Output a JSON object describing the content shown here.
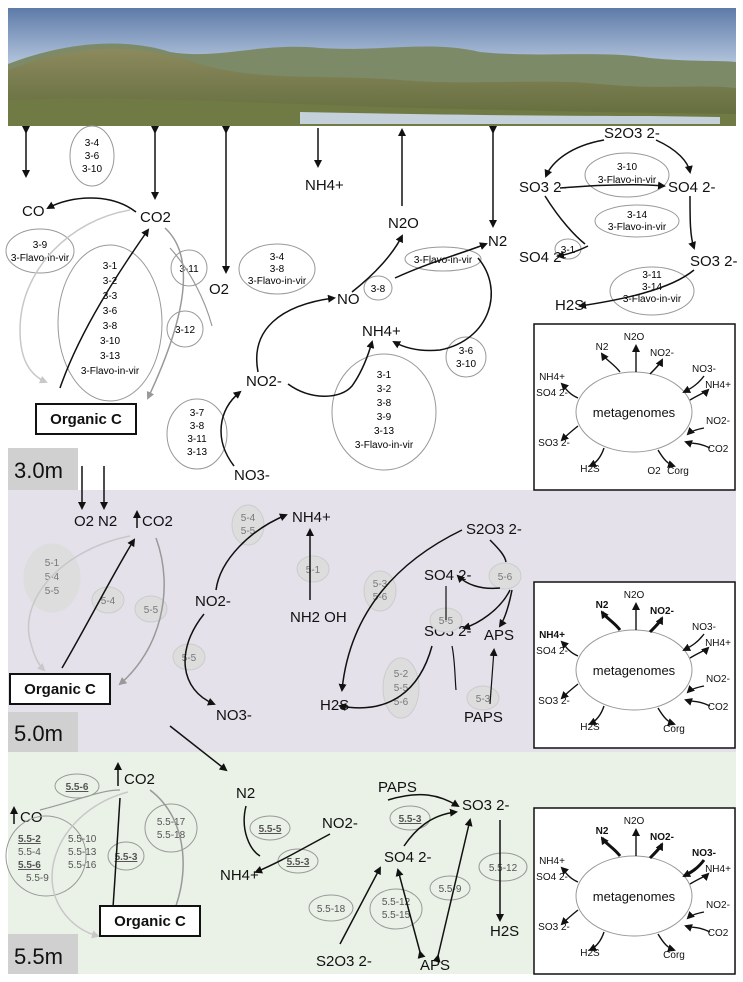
{
  "depth_labels": {
    "d1": "3.0m",
    "d2": "5.0m",
    "d3": "5.5m"
  },
  "organic_c": "Organic C",
  "metagenome_center": "metagenomes",
  "layer1": {
    "CO": "CO",
    "CO2": "CO2",
    "O2": "O2",
    "NH4_top": "NH4+",
    "N2O": "N2O",
    "N2": "N2",
    "NO": "NO",
    "NH4": "NH4+",
    "NO2": "NO2-",
    "NO3": "NO3-",
    "S2O3": "S2O3 2-",
    "SO3a": "SO3 2-",
    "SO4a": "SO4 2-",
    "SO4b": "SO4 2-",
    "SO3b": "SO3 2-",
    "H2S": "H2S",
    "g_co": [
      "3-4",
      "3-6",
      "3-10"
    ],
    "g_flavo_left": [
      "3-9",
      "3-Flavo-in-vir"
    ],
    "g_big": [
      "3-1",
      "3-2",
      "3-3",
      "3-6",
      "3-8",
      "3-10",
      "3-13",
      "3-Flavo-in-vir"
    ],
    "g_311": [
      "3-11"
    ],
    "g_312": [
      "3-12"
    ],
    "g_no_a": [
      "3-4",
      "3-8",
      "3-Flavo-in-vir"
    ],
    "g_38": [
      "3-8"
    ],
    "g_flavo_n2": [
      "3-Flavo-in-vir"
    ],
    "g_nh4_big": [
      "3-1",
      "3-2",
      "3-8",
      "3-9",
      "3-13",
      "3-Flavo-in-vir"
    ],
    "g_no3": [
      "3-7",
      "3-8",
      "3-11",
      "3-13"
    ],
    "g_36": [
      "3-6",
      "3-10"
    ],
    "g_s1": [
      "3-10",
      "3-Flavo-in-vir"
    ],
    "g_s2": [
      "3-14",
      "3-Flavo-in-vir"
    ],
    "g_s3": [
      "3-1"
    ],
    "g_s4": [
      "3-11",
      "3-14",
      "3-Flavo-in-vir"
    ]
  },
  "layer2": {
    "O2": "O2",
    "N2": "N2",
    "CO2": "CO2",
    "NH4": "NH4+",
    "NO2": "NO2-",
    "NH2OH": "NH2 OH",
    "NO3": "NO3-",
    "S2O3": "S2O3 2-",
    "SO4": "SO4 2-",
    "SO3": "SO3 2-",
    "APS": "APS",
    "PAPS": "PAPS",
    "H2S": "H2S",
    "g_left": [
      "5-1",
      "5-4",
      "5-5"
    ],
    "g_54": [
      "5-4"
    ],
    "g_55": [
      "5-5"
    ],
    "g_nh4": [
      "5-4",
      "5-5"
    ],
    "g_51": [
      "5-1"
    ],
    "g_no3": [
      "5-5"
    ],
    "g_s56a": [
      "5-3",
      "5-6"
    ],
    "g_s56b": [
      "5-6"
    ],
    "g_s55": [
      "5-5"
    ],
    "g_s_low": [
      "5-2",
      "5-5",
      "5-6"
    ],
    "g_53": [
      "5-3"
    ]
  },
  "layer3": {
    "CO": "CO",
    "CO2": "CO2",
    "N2": "N2",
    "NO2": "NO2-",
    "NH4": "NH4+",
    "PAPS": "PAPS",
    "SO3": "SO3 2-",
    "SO4": "SO4 2-",
    "S2O3": "S2O3 2-",
    "APS": "APS",
    "H2S": "H2S",
    "g_556": [
      "5.5-6"
    ],
    "g_left": [
      "5.5-2",
      "5.5-10",
      "5.5-4",
      "5.5-13",
      "5.5-6",
      "5.5-16",
      "5.5-9"
    ],
    "g_553": [
      "5.5-3"
    ],
    "g_right": [
      "5.5-17",
      "5.5-18"
    ],
    "g_555": [
      "5.5-5"
    ],
    "g_553b": [
      "5.5-3"
    ],
    "g_553c": [
      "5.5-3"
    ],
    "g_5518": [
      "5.5-18"
    ],
    "g_mid": [
      "5.5-12",
      "5.5-15"
    ],
    "g_559": [
      "5.5-9"
    ],
    "g_5512": [
      "5.5-12"
    ]
  },
  "metagenome_labels": {
    "N2": "N2",
    "N2O": "N2O",
    "NO2a": "NO2-",
    "NO3": "NO3-",
    "NH4a": "NH4+",
    "SO4": "SO4 2-",
    "NH4b": "NH4+",
    "NO2b": "NO2-",
    "SO3": "SO3 2-",
    "CO2": "CO2",
    "H2S": "H2S",
    "O2": "O2",
    "Corg": "Corg"
  },
  "colors": {
    "band2": "#e4e1ea",
    "band3": "#eaf1e6",
    "depth_bg": "#d0d0d0",
    "gray_line": "#999999",
    "light_line": "#c8c8c8"
  }
}
